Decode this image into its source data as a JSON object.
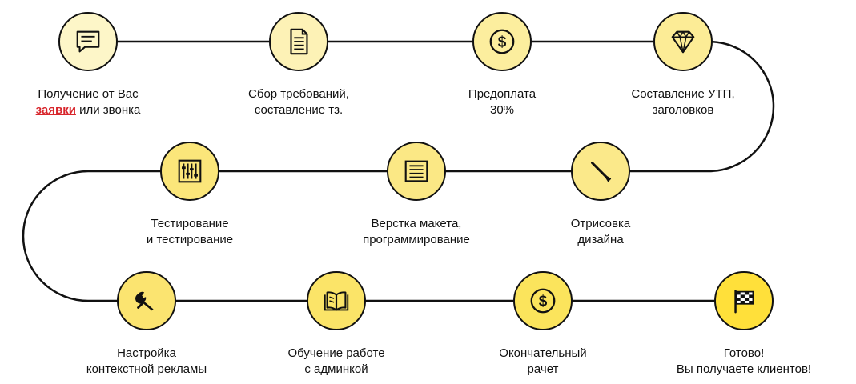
{
  "colors": {
    "stroke": "#111111",
    "highlight": "#d8262c",
    "fill_lightest": "#fdf6c8",
    "fill_mid": "#fbe98a",
    "fill_strong": "#fbe45c",
    "fill_final": "#ffe03a"
  },
  "steps": [
    {
      "icon": "chat-icon",
      "fill": "#fdf6c8",
      "line1": "Получение от Вас",
      "line2_highlight": "заявки",
      "line2_rest": " или звонка"
    },
    {
      "icon": "document-icon",
      "fill": "#fdf2b6",
      "line1": "Сбор требований,",
      "line2": "составление тз."
    },
    {
      "icon": "dollar-icon",
      "fill": "#fcee9e",
      "line1": "Предоплата",
      "line2": "30%"
    },
    {
      "icon": "diamond-icon",
      "fill": "#fcec96",
      "line1": "Составление УТП,",
      "line2": "заголовков"
    },
    {
      "icon": "pen-icon",
      "fill": "#fbe98a",
      "line1": "Отрисовка",
      "line2": "дизайна"
    },
    {
      "icon": "layout-icon",
      "fill": "#fbe885",
      "line1": "Верстка макета,",
      "line2": "программирование"
    },
    {
      "icon": "sliders-icon",
      "fill": "#fbe67a",
      "line1": "Тестирование",
      "line2": "и тестирование"
    },
    {
      "icon": "wrench-icon",
      "fill": "#fbe470",
      "line1": "Настройка",
      "line2": "контекстной рекламы"
    },
    {
      "icon": "book-icon",
      "fill": "#fbe468",
      "line1": "Обучение работе",
      "line2": "с админкой"
    },
    {
      "icon": "dollar-icon",
      "fill": "#fbe45c",
      "line1": "Окончательный",
      "line2": "рачет"
    },
    {
      "icon": "finish-flag-icon",
      "fill": "#ffe03a",
      "line1": "Готово!",
      "line2": "Вы получаете клиентов!"
    }
  ]
}
